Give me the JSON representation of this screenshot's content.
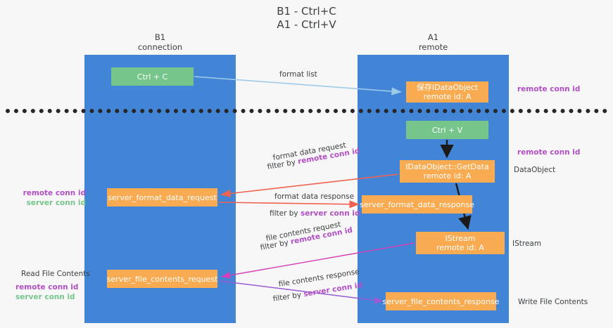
{
  "title": "B1 - Ctrl+C\nA1 - Ctrl+V",
  "lanes": [
    {
      "id": "b1",
      "heading": "B1\nconnection"
    },
    {
      "id": "a1",
      "heading": "A1\nremote"
    }
  ],
  "nodes": [
    {
      "id": "ctrl-c",
      "label": "Ctrl + C",
      "color": "#76c68b"
    },
    {
      "id": "save-idataobject",
      "label": "保存IDataObject\nremote id: A",
      "color": "#f9ab52"
    },
    {
      "id": "ctrl-v",
      "label": "Ctrl + V",
      "color": "#76c68b"
    },
    {
      "id": "getdata",
      "label": "IDataObject::GetData\nremote id: A",
      "color": "#f9ab52"
    },
    {
      "id": "server-format-data-request",
      "label": "server_format_data_request",
      "color": "#f9ab52"
    },
    {
      "id": "server-format-data-response",
      "label": "server_format_data_response",
      "color": "#f9ab52"
    },
    {
      "id": "istream",
      "label": "IStream\nremote id: A",
      "color": "#f9ab52"
    },
    {
      "id": "server-file-contents-request",
      "label": "server_file_contents_request",
      "color": "#f9ab52"
    },
    {
      "id": "server-file-contents-response",
      "label": "server_file_contents_response",
      "color": "#f9ab52"
    }
  ],
  "labels": {
    "format_list": "format list",
    "remote_conn_id": "remote conn id",
    "server_conn_id": "server conn id",
    "data_object": "DataObject",
    "format_data_request": "format data request",
    "filter_by": "filter by ",
    "format_data_response": "format data response",
    "istream": "IStream",
    "file_contents_request": "file contents request",
    "read_file_contents": "Read File Contents",
    "file_contents_response": "file contents response",
    "write_file_contents": "Write File Contents"
  },
  "colors": {
    "lane": "#4285d6",
    "node_green": "#76c68b",
    "node_orange": "#f9ab52",
    "accent_purple": "#b24fc4",
    "accent_green": "#76c68b",
    "arrow_blue": "#9ecbec",
    "arrow_red": "#ef6351",
    "arrow_magenta": "#d63fb8",
    "arrow_violet": "#9b5ad6",
    "arrow_black": "#1a1a1a",
    "divider": "#262626",
    "background": "#f7f7f7"
  }
}
